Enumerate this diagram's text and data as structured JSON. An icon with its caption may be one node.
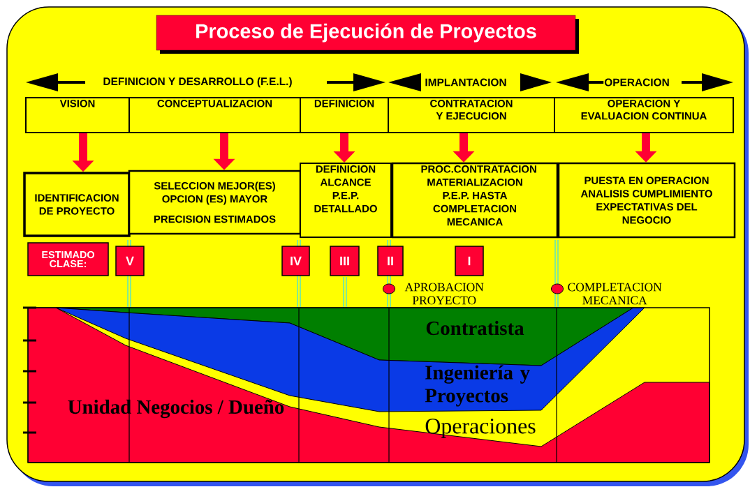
{
  "diagram": {
    "title": "Proceso de Ejecución de Proyectos",
    "nodes": [
      {
        "text": [
          "VISION"
        ]
      },
      {
        "text": [
          "CONCEPTUALIZACION"
        ]
      },
      {
        "text": [
          "DEFINICION"
        ]
      },
      {
        "text": [
          "CONTRATACION Y EJECUCION"
        ]
      },
      {
        "text": [
          "OPERACION Y EVALUACION CONTINUA"
        ]
      },
      {
        "text": [
          "IDENTIFICACION DE PROYECTO"
        ]
      },
      {
        "text": [
          "SELECCION MEJOR(ES) OPCION (ES) MAYOR",
          "PRECISION ESTIMADOS"
        ]
      },
      {
        "text": [
          "DEFINICION ALCANCE P.E.P. DETALLADO"
        ]
      },
      {
        "text": [
          "PROC.CONTRATACION MATERIALIZACION P.E.P. HASTA COMPLETACION MECANICA"
        ]
      },
      {
        "text": [
          "PUESTA EN OPERACION ANALISIS CUMPLIMIENTO EXPECTATIVAS DEL NEGOCIO"
        ]
      },
      {
        "text": [
          "ESTIMADO CLASE:"
        ]
      },
      {
        "text": [
          "V"
        ]
      },
      {
        "text": [
          "IV"
        ]
      },
      {
        "text": [
          "III"
        ]
      },
      {
        "text": [
          "II"
        ]
      },
      {
        "text": [
          "I"
        ]
      },
      {
        "text": [],
        "shape": "circle",
        "beside": [
          "APROBACION PROYECTO"
        ]
      },
      {
        "text": [],
        "shape": "circle",
        "beside": [
          "COMPLETACION MECANICA"
        ]
      }
    ],
    "edges": [
      {
        "from": 0,
        "to": 5,
        "arrow": "to"
      },
      {
        "from": 1,
        "to": 6,
        "arrow": "to"
      },
      {
        "from": 2,
        "to": 7,
        "arrow": "to"
      },
      {
        "from": 3,
        "to": 8,
        "arrow": "to"
      },
      {
        "from": 4,
        "to": 9,
        "arrow": "to"
      }
    ],
    "labels": [
      "DEFINICION Y DESARROLLO (F.E.L.)",
      "IMPLANTACION",
      "OPERACION",
      "Contratista",
      "Ingeniería y Proyectos",
      "Unidad Negocios / Dueño",
      "Operaciones"
    ]
  }
}
